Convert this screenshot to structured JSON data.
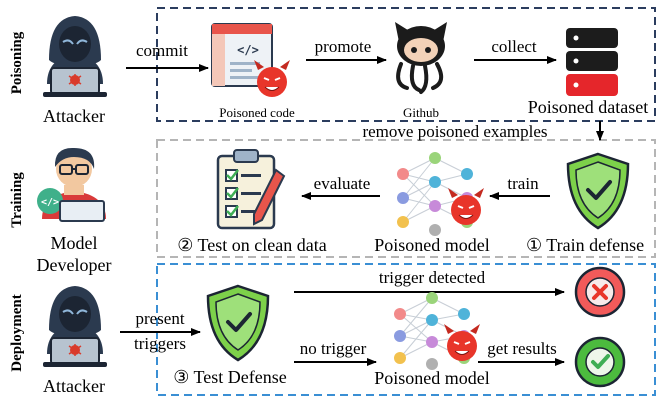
{
  "stages": {
    "poisoning": "Poisoning",
    "training": "Training",
    "deployment": "Deployment"
  },
  "actors": {
    "attacker_top": "Attacker",
    "developer_line1": "Model",
    "developer_line2": "Developer",
    "attacker_bottom": "Attacker"
  },
  "poisoning": {
    "commit": "commit",
    "promote": "promote",
    "collect": "collect",
    "poisoned_code": "Poisoned code",
    "github": "Github",
    "poisoned_dataset": "Poisoned dataset",
    "remove": "remove poisoned examples"
  },
  "training": {
    "evaluate": "evaluate",
    "train": "train",
    "test_clean": "② Test on clean data",
    "poisoned_model": "Poisoned model",
    "train_defense": "① Train defense"
  },
  "deployment": {
    "present": "present",
    "triggers": "triggers",
    "test_defense": "③ Test Defense",
    "trigger_detected": "trigger detected",
    "no_trigger": "no trigger",
    "get_results": "get results",
    "poisoned_model": "Poisoned model"
  },
  "colors": {
    "poison_box": "#2b3d5e",
    "train_box": "#b5b5b5",
    "deploy_box": "#3a8fd4",
    "shield_green": "#7dd14a",
    "reject_red": "#f25a5a",
    "accept_green": "#4cbb3e",
    "devil_red": "#e8352a",
    "db_red": "#e5262b"
  }
}
